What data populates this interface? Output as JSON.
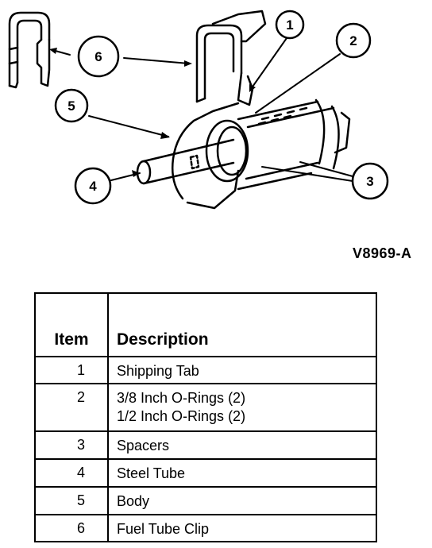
{
  "figure": {
    "code": "V8969-A",
    "callouts": [
      "1",
      "2",
      "3",
      "4",
      "5",
      "6"
    ]
  },
  "legend": {
    "headers": {
      "item": "Item",
      "description": "Description"
    },
    "rows": [
      {
        "item": "1",
        "lines": [
          "Shipping Tab"
        ]
      },
      {
        "item": "2",
        "lines": [
          "3/8 Inch O-Rings (2)",
          "1/2 Inch O-Rings (2)"
        ]
      },
      {
        "item": "3",
        "lines": [
          "Spacers"
        ]
      },
      {
        "item": "4",
        "lines": [
          "Steel Tube"
        ]
      },
      {
        "item": "5",
        "lines": [
          "Body"
        ]
      },
      {
        "item": "6",
        "lines": [
          "Fuel Tube Clip"
        ]
      }
    ]
  }
}
